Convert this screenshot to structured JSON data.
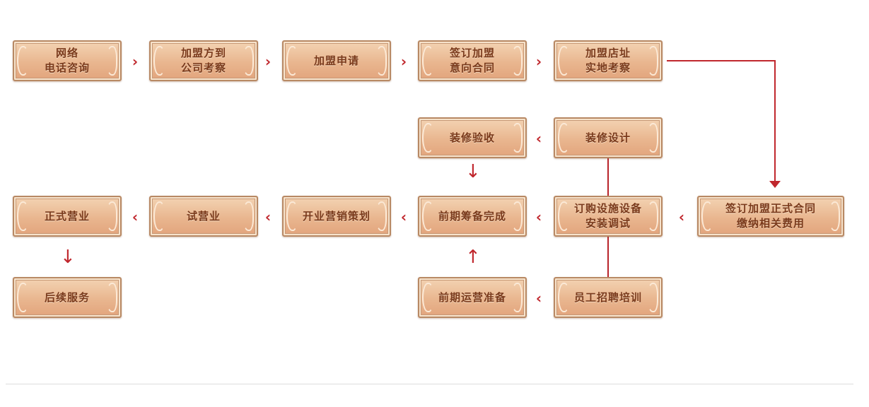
{
  "colors": {
    "arrow": "#c0272d",
    "box_fill": "#e9b68f",
    "box_text": "#7a3a1c",
    "box_border": "#b88964"
  },
  "steps": {
    "s1": "网络\n电话咨询",
    "s2": "加盟方到\n公司考察",
    "s3": "加盟申请",
    "s4": "签订加盟\n意向合同",
    "s5": "加盟店址\n实地考察",
    "s6": "签订加盟正式合同\n缴纳相关费用",
    "s7": "装修设计",
    "s8": "装修验收",
    "s9": "订购设施设备\n安装调试",
    "s10": "员工招聘培训",
    "s11": "前期运营准备",
    "s12": "前期筹备完成",
    "s13": "开业营销策划",
    "s14": "试营业",
    "s15": "正式营业",
    "s16": "后续服务"
  },
  "arrows": {
    "right": "›",
    "left": "‹",
    "down": "↓",
    "up": "↑"
  }
}
